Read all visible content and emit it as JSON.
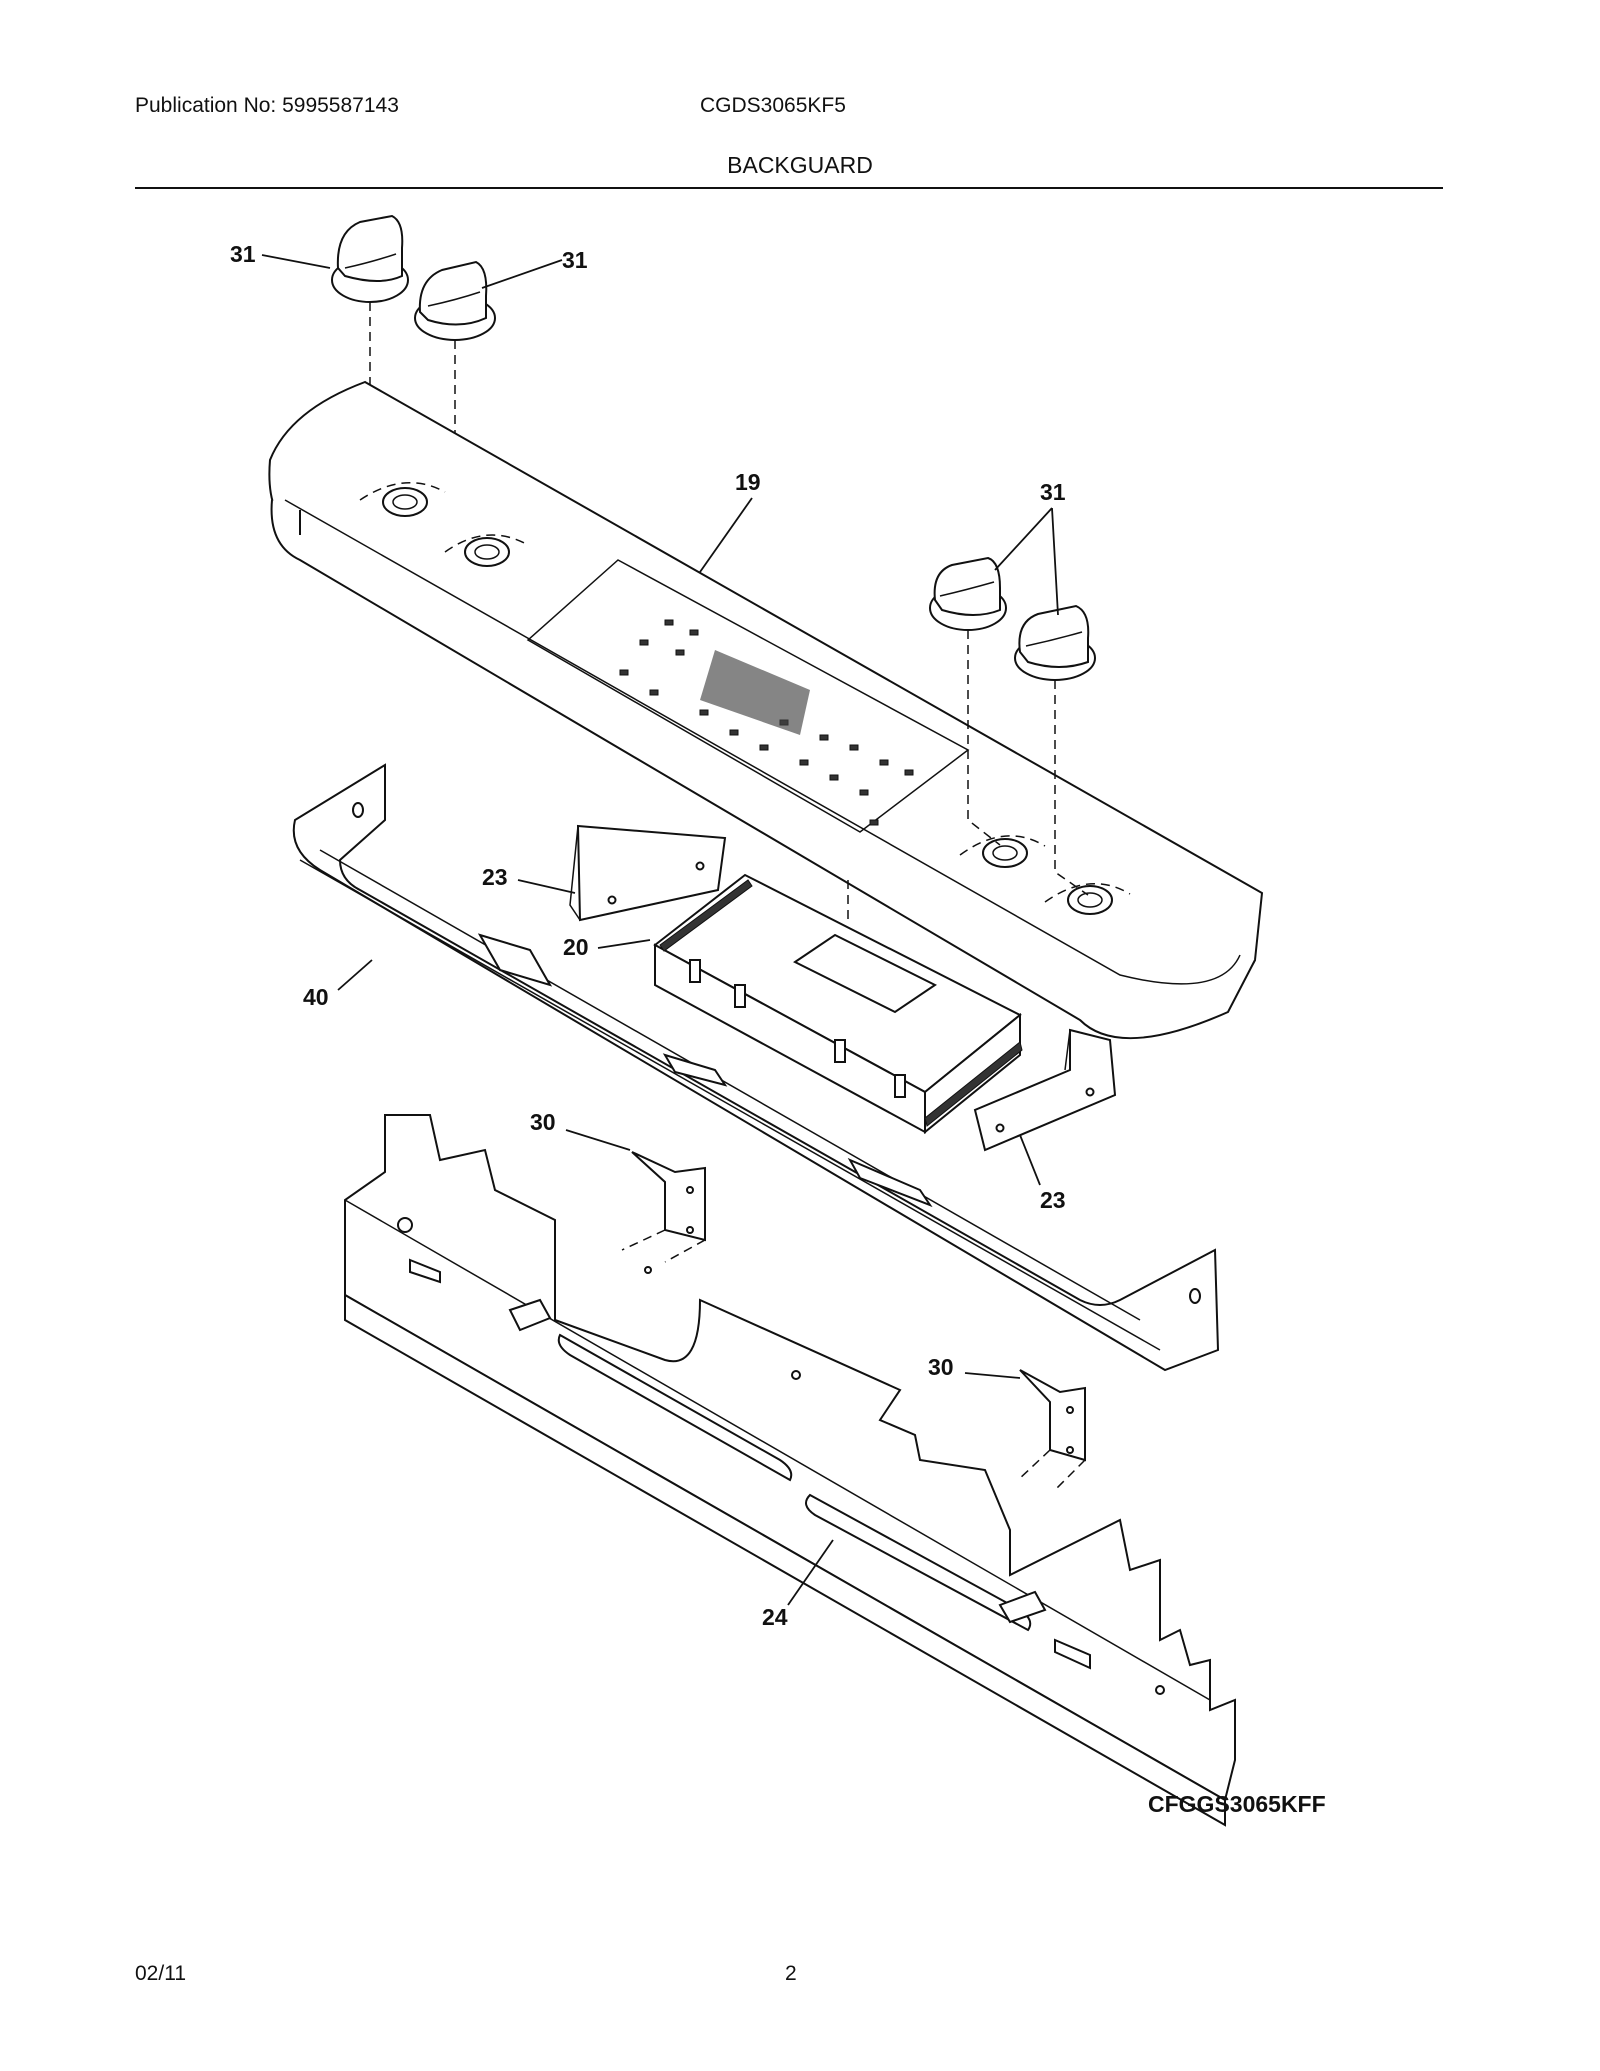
{
  "header": {
    "publication": "Publication No: 5995587143",
    "model": "CGDS3065KF5",
    "section_title": "BACKGUARD"
  },
  "diagram": {
    "callouts": {
      "knob_top_left": "31",
      "knob_top_right": "31",
      "knob_pair_right": "31",
      "control_panel": "19",
      "bracket_top": "23",
      "control_board": "20",
      "end_cap_trim": "40",
      "bracket_bottom": "23",
      "bracket_30_left": "30",
      "bracket_30_right": "30",
      "backguard_frame": "24"
    },
    "drawing_code": "CFGGS3065KFF"
  },
  "footer": {
    "date": "02/11",
    "page": "2"
  }
}
